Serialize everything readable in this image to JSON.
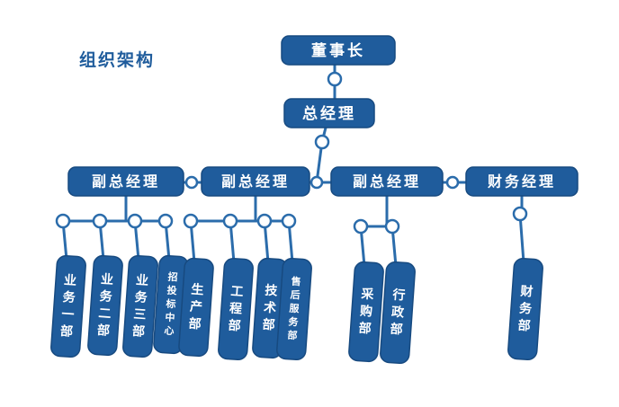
{
  "title": "组织架构",
  "colors": {
    "box": "#1f5c9c",
    "box_edge": "#174a80",
    "line": "#2b6cab",
    "node_fill": "#ffffff",
    "text": "#ffffff",
    "title": "#1f5c9c"
  },
  "chairman": "董事长",
  "general_manager": "总经理",
  "managers": [
    {
      "label": "副总经理",
      "departments": [
        "业务一部",
        "业务二部",
        "业务三部",
        "招投标中心"
      ]
    },
    {
      "label": "副总经理",
      "departments": [
        "生产部",
        "工程部",
        "技术部",
        "售后服务部"
      ]
    },
    {
      "label": "副总经理",
      "departments": [
        "采购部",
        "行政部"
      ]
    },
    {
      "label": "财务经理",
      "departments": [
        "财务部"
      ]
    }
  ]
}
